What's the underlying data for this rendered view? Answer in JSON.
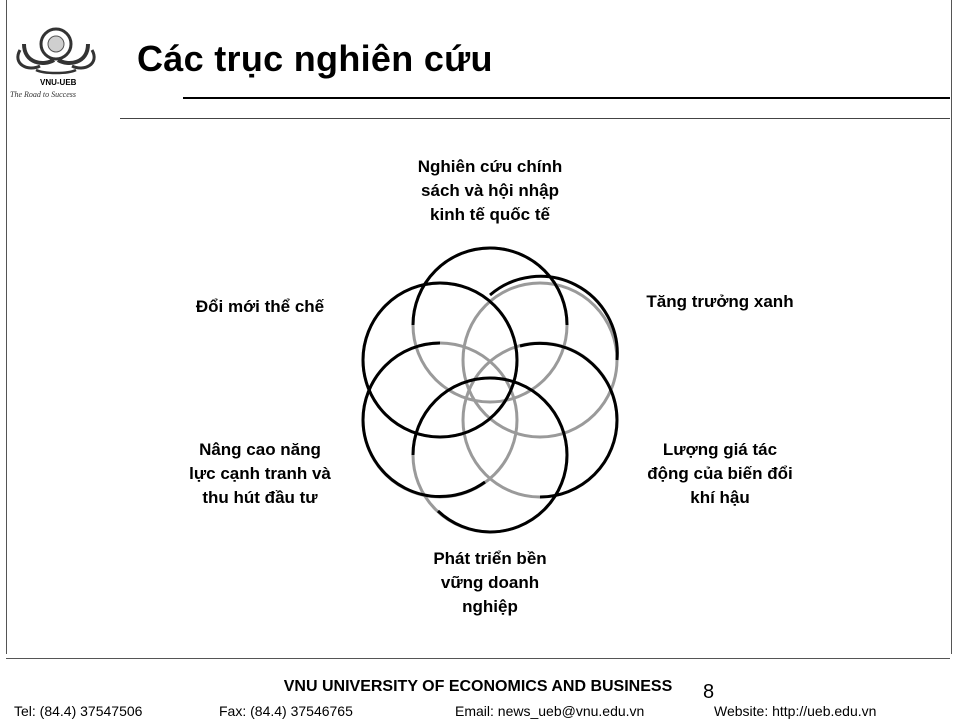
{
  "slide": {
    "title": "Các trục nghiên cứu",
    "logo": {
      "text": "VNU-UEB",
      "tagline": "The Road to Success"
    },
    "page_number": "8"
  },
  "diagram": {
    "labels": {
      "top": [
        "Nghiên cứu chính",
        "sách và hội nhập",
        "kinh tế quốc tế"
      ],
      "top_right": [
        "Tăng trưởng xanh"
      ],
      "bottom_right": [
        "Lượng giá tác",
        "động của biến đổi",
        "khí hậu"
      ],
      "bottom": [
        "Phát triển bền",
        "vững doanh",
        "nghiệp"
      ],
      "bottom_left": [
        "Nâng cao năng",
        "lực cạnh tranh và",
        "thu hút đầu tư"
      ],
      "top_left": [
        "Đổi mới thể chế"
      ]
    },
    "colors": {
      "outline_front": "#000000",
      "outline_back": "#9a9a9a"
    }
  },
  "footer": {
    "title": "VNU UNIVERSITY OF ECONOMICS AND BUSINESS",
    "tel": "Tel: (84.4) 37547506",
    "fax": "Fax: (84.4) 37546765",
    "email": "Email: news_ueb@vnu.edu.vn",
    "website": "Website: http://ueb.edu.vn"
  }
}
